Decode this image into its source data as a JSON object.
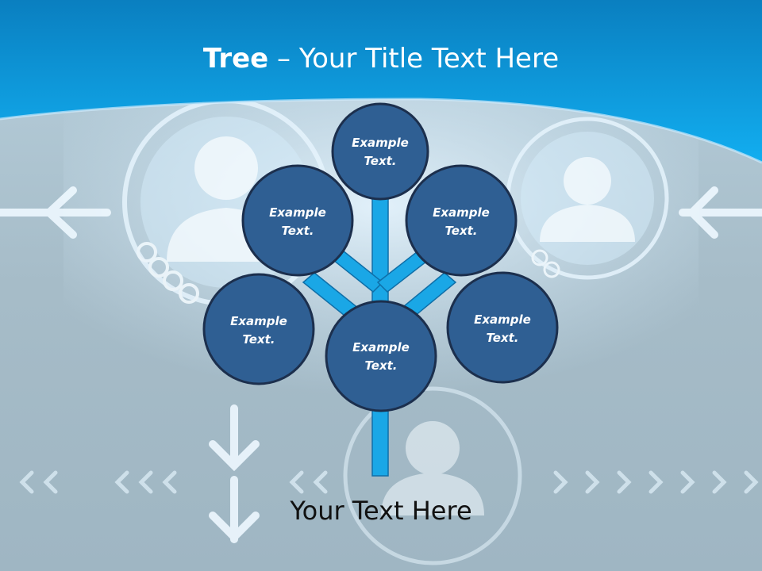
{
  "slide": {
    "title_bold": "Tree",
    "title_rest": "– Your Title Text Here",
    "footer_text": "Your Text Here"
  },
  "nodes": [
    {
      "line1": "Example",
      "line2": "Text."
    },
    {
      "line1": "Example",
      "line2": "Text."
    },
    {
      "line1": "Example",
      "line2": "Text."
    },
    {
      "line1": "Example",
      "line2": "Text."
    },
    {
      "line1": "Example",
      "line2": "Text."
    },
    {
      "line1": "Example",
      "line2": "Text."
    }
  ],
  "colors": {
    "header_blue": "#0fa3e6",
    "branch_blue": "#1aa7e6",
    "node_fill": "#2f5f93",
    "node_stroke": "#1c2f4d"
  }
}
